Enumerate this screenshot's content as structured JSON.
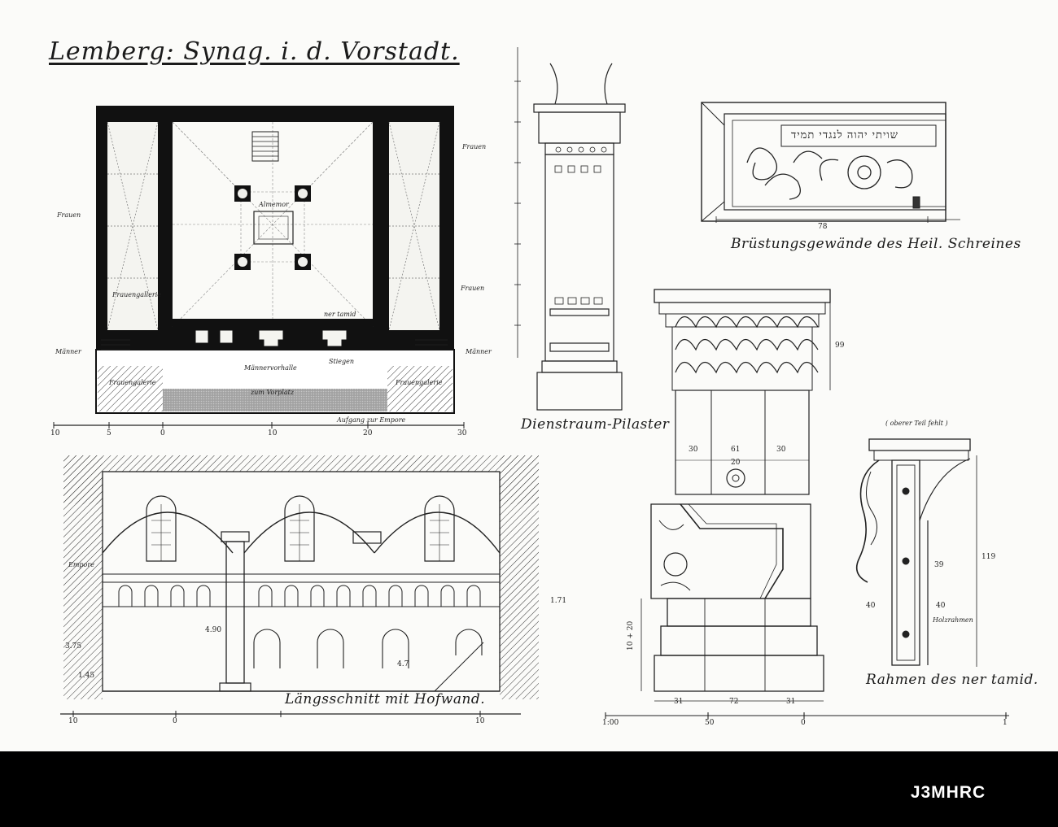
{
  "sheet": {
    "title": "Lemberg: Synag. i. d. Vorstadt.",
    "stock_id": "J3MHRC"
  },
  "plan": {
    "women_left": "Frauen",
    "women_right_top": "Frauen",
    "women_right": "Frauen",
    "men_left": "Männer",
    "men_right": "Männer",
    "entrance_hall_left": "Frauengallerie",
    "almemor": "Almemor",
    "ner_tamid": "ner tamid",
    "vestibule": "Männervorhalle",
    "vestibule_left": "Frauengalerie",
    "vestibule_right": "Frauengalerie",
    "stair": "Stiegen",
    "forecourt": "zum Vorplatz",
    "scale_caption": "Aufgang zur Empore",
    "scale_labels": [
      "10",
      "5",
      "0",
      "10",
      "20",
      "30"
    ]
  },
  "pilaster": {
    "caption": "Dienstraum-Pilaster"
  },
  "ark_frame": {
    "caption": "Brüstungsgewände des Heil. Schreines",
    "hebrew_inscription": "שויתי יהוה לנגדי תמיד",
    "dim_width": "78"
  },
  "capital": {
    "dim_height": "99",
    "dim_a": "30",
    "dim_b": "61",
    "dim_c": "30",
    "dim_d": "20",
    "dim_base_a": "31",
    "dim_base_b": "72",
    "dim_base_c": "31",
    "dim_base_h": "10 + 20"
  },
  "ner_tamid_frame": {
    "caption": "Rahmen des ner tamid.",
    "note": "( oberer Teil fehlt )",
    "dim_height": "119",
    "dim_inner": "39",
    "dim_side": "40",
    "dim_side_b": "40",
    "label_wood": "Holzrahmen"
  },
  "section": {
    "caption": "Längsschnitt mit Hofwand.",
    "gallery_label": "Empore",
    "dim_left": "3.75",
    "dim_small": "1.45",
    "dim_step": "4.7",
    "dim_mid": "4.90",
    "dim_right": "1.71",
    "scale_labels": [
      "10",
      "0",
      "10"
    ]
  },
  "lower_scale": {
    "labels": [
      "1:00",
      "50",
      "0",
      "1"
    ]
  }
}
